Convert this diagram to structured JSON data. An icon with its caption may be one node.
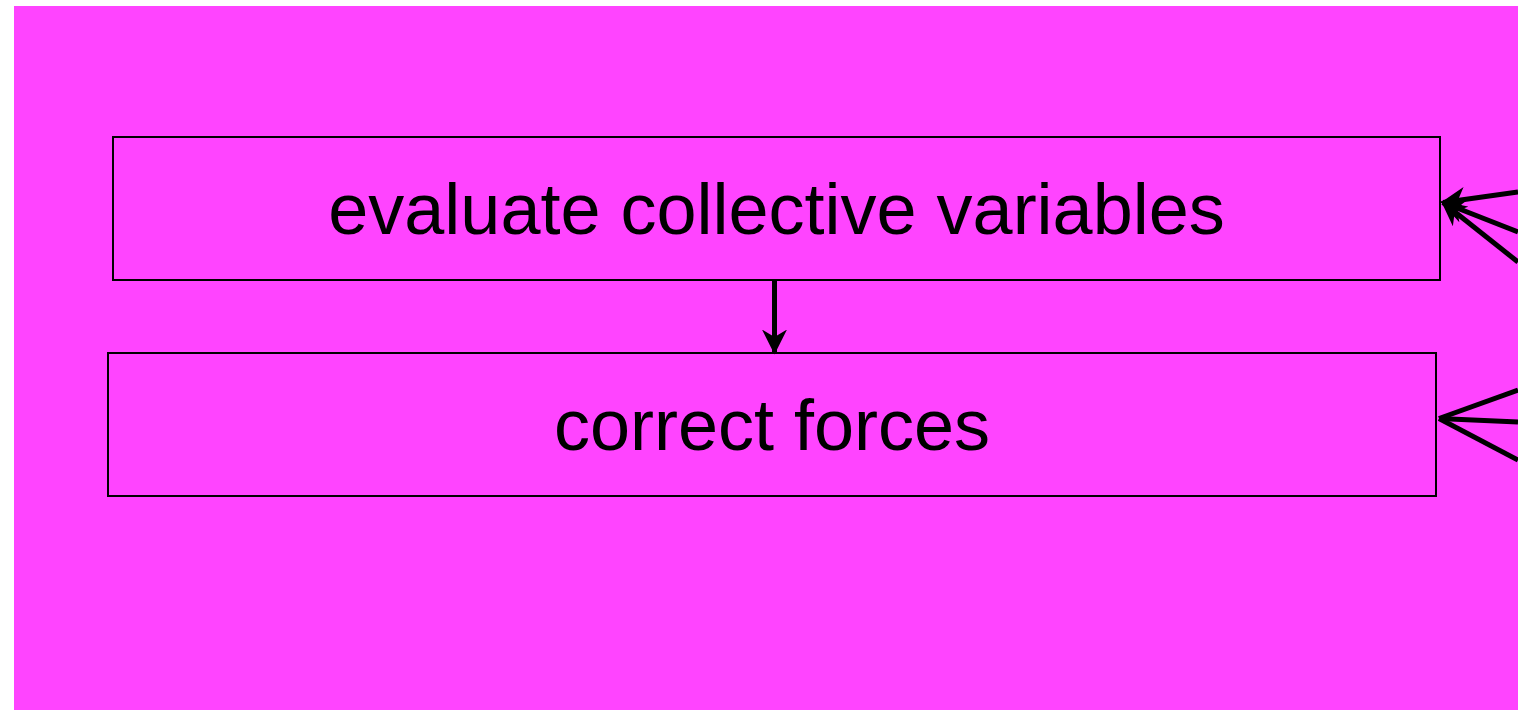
{
  "diagram": {
    "nodes": [
      {
        "text": [
          "evaluate collective variables"
        ]
      },
      {
        "text": [
          "correct forces"
        ]
      }
    ],
    "edges": [
      {
        "from": 0,
        "to": 1,
        "arrow": "to"
      },
      {
        "from": null,
        "to": 0,
        "arrow": "to"
      },
      {
        "from": null,
        "to": 0,
        "arrow": "to"
      },
      {
        "from": null,
        "to": 0,
        "arrow": "to"
      },
      {
        "from": 1,
        "to": null,
        "arrow": "none"
      },
      {
        "from": 1,
        "to": null,
        "arrow": "none"
      },
      {
        "from": 1,
        "to": null,
        "arrow": "none"
      }
    ]
  }
}
